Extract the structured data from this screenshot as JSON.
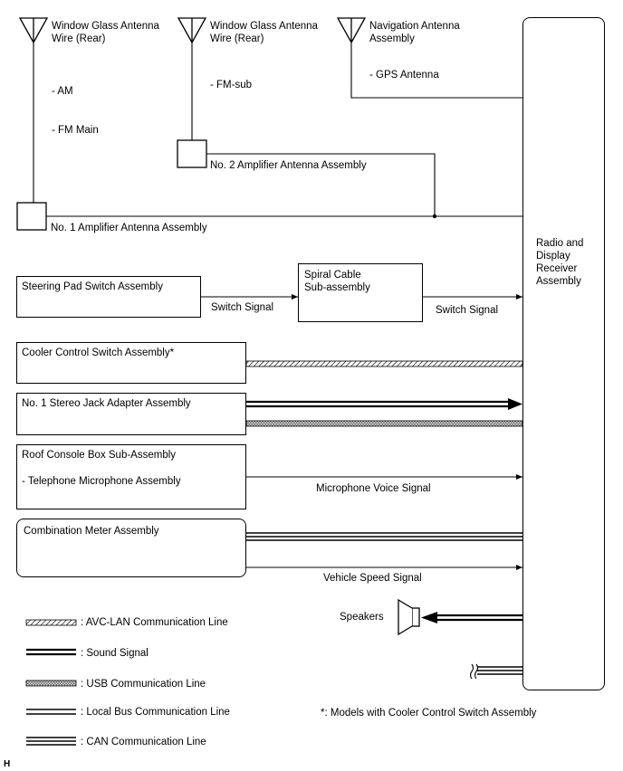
{
  "antennas": {
    "rear_am_fm": {
      "title": "Window Glass Antenna\nWire (Rear)",
      "bands": [
        "- AM",
        "- FM Main"
      ]
    },
    "rear_fm_sub": {
      "title": "Window Glass Antenna\nWire (Rear)",
      "bands": [
        "- FM-sub"
      ]
    },
    "navigation": {
      "title": "Navigation Antenna\nAssembly",
      "bands": [
        "- GPS Antenna"
      ]
    }
  },
  "amplifiers": {
    "no2": "No. 2 Amplifier Antenna Assembly",
    "no1": "No. 1 Amplifier Antenna Assembly"
  },
  "receiver": {
    "label": "Radio and\nDisplay\nReceiver\nAssembly"
  },
  "components": {
    "steering_pad": "Steering Pad Switch Assembly",
    "spiral_cable": "Spiral Cable\nSub-assembly",
    "cooler_control": "Cooler Control Switch Assembly*",
    "stereo_jack": "No. 1 Stereo Jack Adapter Assembly",
    "roof_console": "Roof Console Box Sub-Assembly",
    "telephone_mic": "- Telephone Microphone Assembly",
    "combination_meter": "Combination Meter Assembly",
    "speakers": "Speakers"
  },
  "signals": {
    "switch_signal_1": "Switch Signal",
    "switch_signal_2": "Switch Signal",
    "microphone_voice": "Microphone Voice Signal",
    "vehicle_speed": "Vehicle Speed Signal"
  },
  "legend": {
    "avc_lan": ": AVC-LAN Communication Line",
    "sound": ": Sound Signal",
    "usb": ": USB Communication Line",
    "local_bus": ": Local Bus Communication Line",
    "can": ": CAN Communication Line"
  },
  "footnote": "*: Models with Cooler Control Switch Assembly",
  "corner_mark": "H"
}
